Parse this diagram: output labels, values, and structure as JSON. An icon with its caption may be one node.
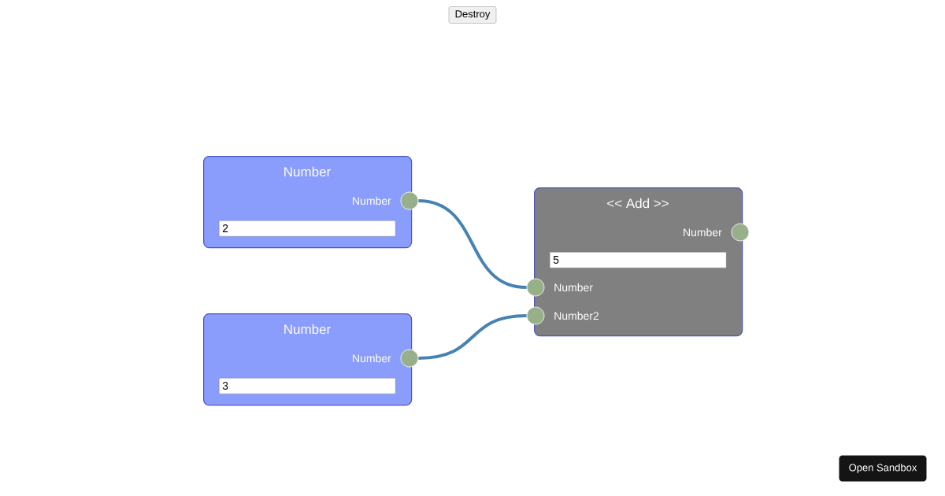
{
  "diagram": {
    "nodes": [
      {
        "text": [
          "Number"
        ]
      },
      {
        "text": [
          "2"
        ],
        "in": 0
      },
      {
        "text": [],
        "shape": "circle",
        "beside": [
          "Number"
        ]
      },
      {
        "text": [
          "Number"
        ]
      },
      {
        "text": [
          "3"
        ],
        "in": 3
      },
      {
        "text": [],
        "shape": "circle",
        "beside": [
          "Number"
        ]
      },
      {
        "text": [
          "<< Add >>"
        ]
      },
      {
        "text": [
          "5"
        ],
        "in": 6
      },
      {
        "text": [],
        "shape": "circle",
        "beside": [
          "Number"
        ]
      },
      {
        "text": [],
        "shape": "circle",
        "beside": [
          "Number"
        ]
      },
      {
        "text": [],
        "shape": "circle",
        "beside": [
          "Number2"
        ]
      }
    ],
    "edges": [
      {
        "from": 2,
        "to": 9,
        "arrow": "none"
      },
      {
        "from": 5,
        "to": 10,
        "arrow": "none"
      }
    ],
    "labels": [
      "Destroy",
      "Open Sandbox"
    ]
  }
}
